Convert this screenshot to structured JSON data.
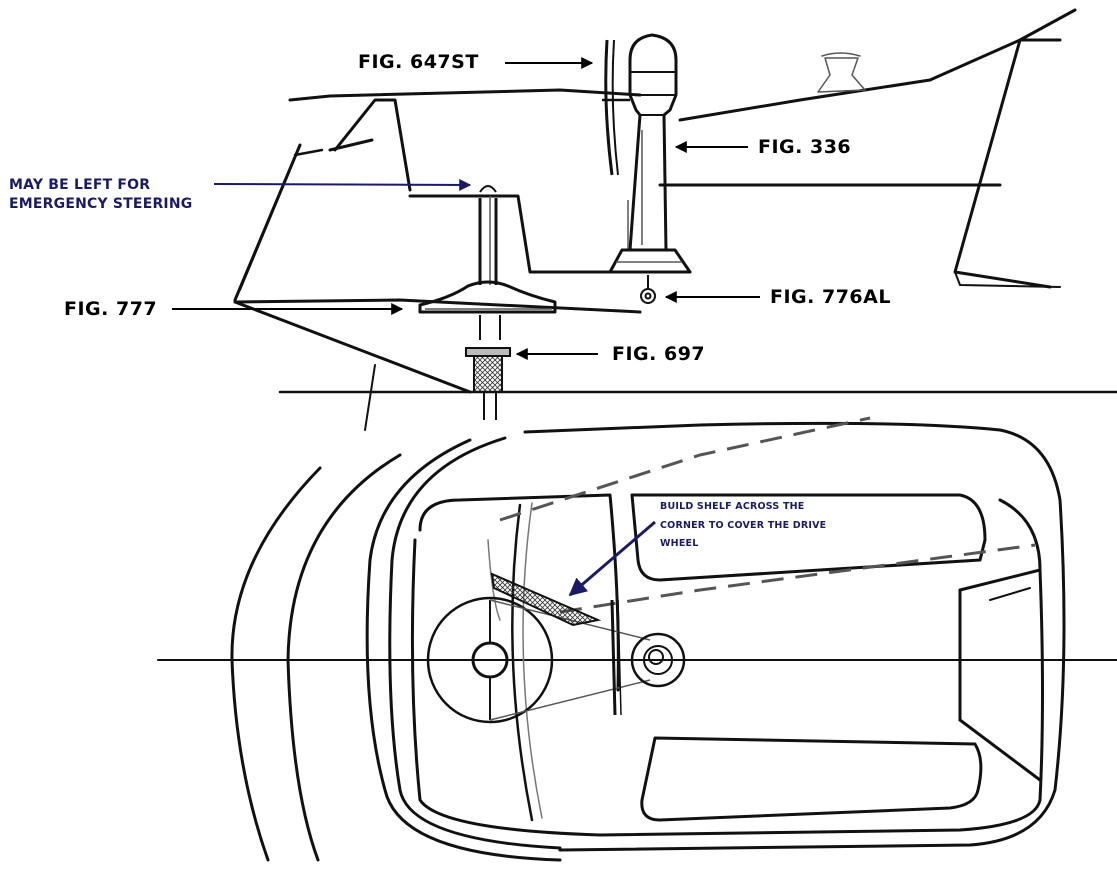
{
  "labels": {
    "fig_647st": "FIG. 647ST",
    "fig_336": "FIG. 336",
    "fig_777": "FIG. 777",
    "fig_776al": "FIG. 776AL",
    "fig_697": "FIG. 697",
    "emergency_line1": "MAY BE LEFT FOR",
    "emergency_line2": "EMERGENCY STEERING",
    "shelf_line1": "BUILD SHELF ACROSS THE",
    "shelf_line2": "CORNER TO COVER THE DRIVE",
    "shelf_line3": "WHEEL"
  },
  "colors": {
    "ink": "#000000",
    "navy": "#1a1a66",
    "gray": "#777777",
    "background": "#ffffff"
  }
}
